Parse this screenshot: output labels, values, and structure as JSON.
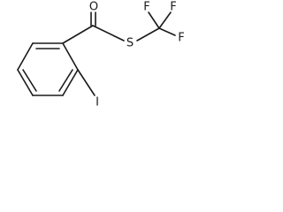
{
  "molecule": {
    "atom_labels": {
      "oxygen": "O",
      "sulfur": "S",
      "fluorine_top_left": "F",
      "fluorine_top_right": "F",
      "fluorine_right": "F",
      "iodine": "I"
    }
  }
}
